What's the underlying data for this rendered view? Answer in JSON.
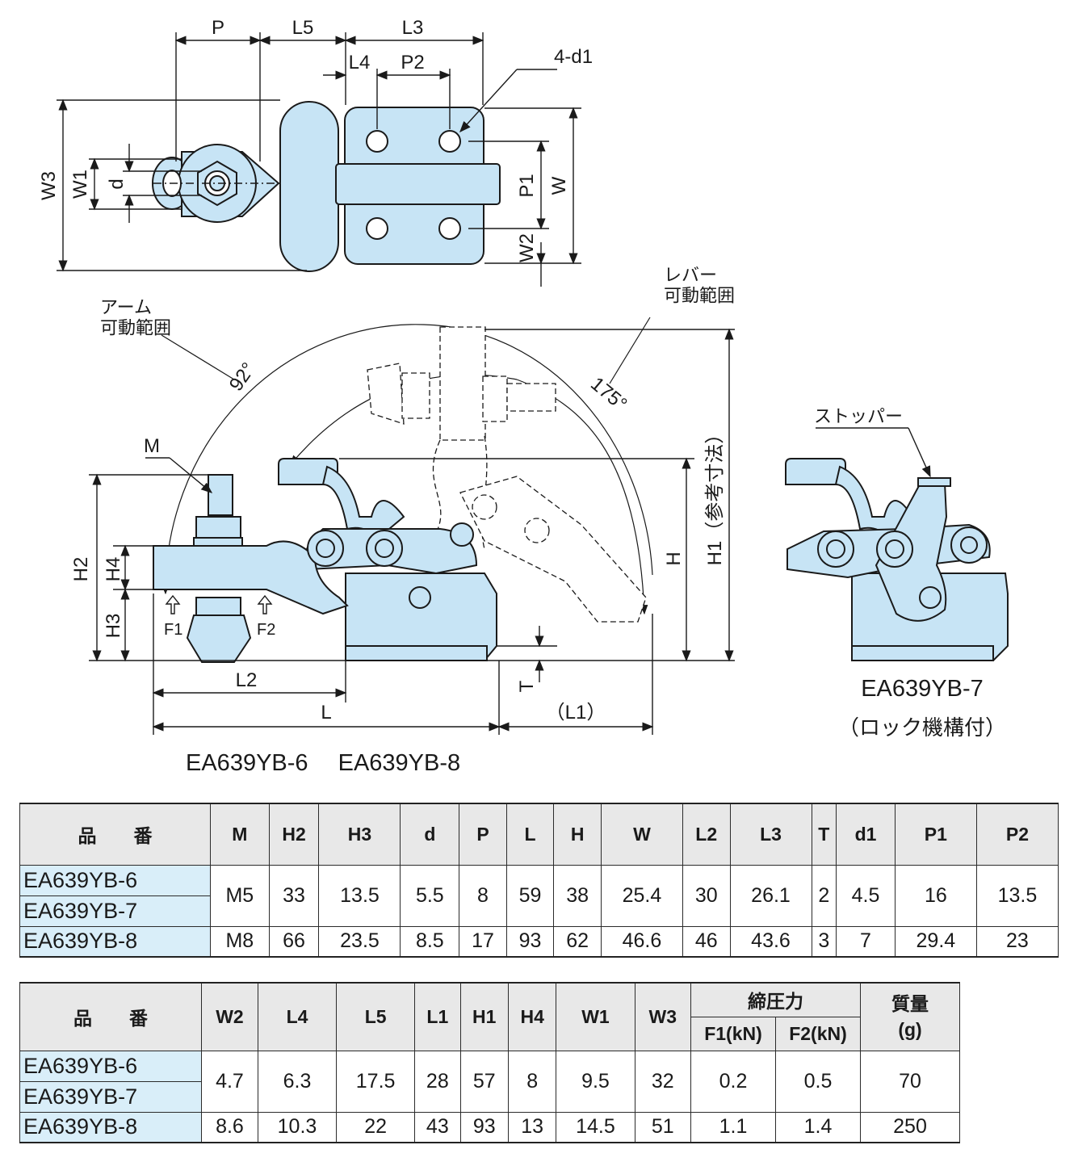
{
  "diagram": {
    "top_view_labels": {
      "P": "P",
      "L5": "L5",
      "L3": "L3",
      "L4": "L4",
      "P2": "P2",
      "hole": "4-d1",
      "W3": "W3",
      "W1": "W1",
      "d": "d",
      "P1": "P1",
      "W": "W",
      "W2": "W2"
    },
    "side_view_labels": {
      "arm_range": "アーム\n可動範囲",
      "lever_range": "レバー\n可動範囲",
      "arm_angle": "92°",
      "lever_angle": "175°",
      "M": "M",
      "H2": "H2",
      "H4": "H4",
      "H3": "H3",
      "H": "H",
      "H1": "H1（参考寸法）",
      "T": "T",
      "L2": "L2",
      "L": "L",
      "L1": "（L1）",
      "F1": "F1",
      "F2": "F2"
    },
    "caption_main": "EA639YB-6　 EA639YB-8",
    "stopper_label": "ストッパー",
    "caption_lock": "EA639YB-7",
    "caption_lock_sub": "（ロック機構付）"
  },
  "table1": {
    "header": [
      "品　　番",
      "M",
      "H2",
      "H3",
      "d",
      "P",
      "L",
      "H",
      "W",
      "L2",
      "L3",
      "T",
      "d1",
      "P1",
      "P2"
    ],
    "models_a": [
      "EA639YB-6",
      "EA639YB-7"
    ],
    "values_a": [
      "M5",
      "33",
      "13.5",
      "5.5",
      "8",
      "59",
      "38",
      "25.4",
      "30",
      "26.1",
      "2",
      "4.5",
      "16",
      "13.5"
    ],
    "model_b": "EA639YB-8",
    "values_b": [
      "M8",
      "66",
      "23.5",
      "8.5",
      "17",
      "93",
      "62",
      "46.6",
      "46",
      "43.6",
      "3",
      "7",
      "29.4",
      "23"
    ]
  },
  "table2": {
    "header": [
      "品　　番",
      "W2",
      "L4",
      "L5",
      "L1",
      "H1",
      "H4",
      "W1",
      "W3"
    ],
    "force_group": "締圧力",
    "force_cols": [
      "F1(kN)",
      "F2(kN)"
    ],
    "mass": "質量\n(g)",
    "models_a": [
      "EA639YB-6",
      "EA639YB-7"
    ],
    "values_a": [
      "4.7",
      "6.3",
      "17.5",
      "28",
      "57",
      "8",
      "9.5",
      "32",
      "0.2",
      "0.5",
      "70"
    ],
    "model_b": "EA639YB-8",
    "values_b": [
      "8.6",
      "10.3",
      "22",
      "43",
      "93",
      "13",
      "14.5",
      "51",
      "1.1",
      "1.4",
      "250"
    ]
  },
  "colors": {
    "part_fill": "#c7e4f5",
    "line": "#1a1a1a",
    "header_bg": "#e8e8e8",
    "model_bg": "#d9eef9"
  }
}
